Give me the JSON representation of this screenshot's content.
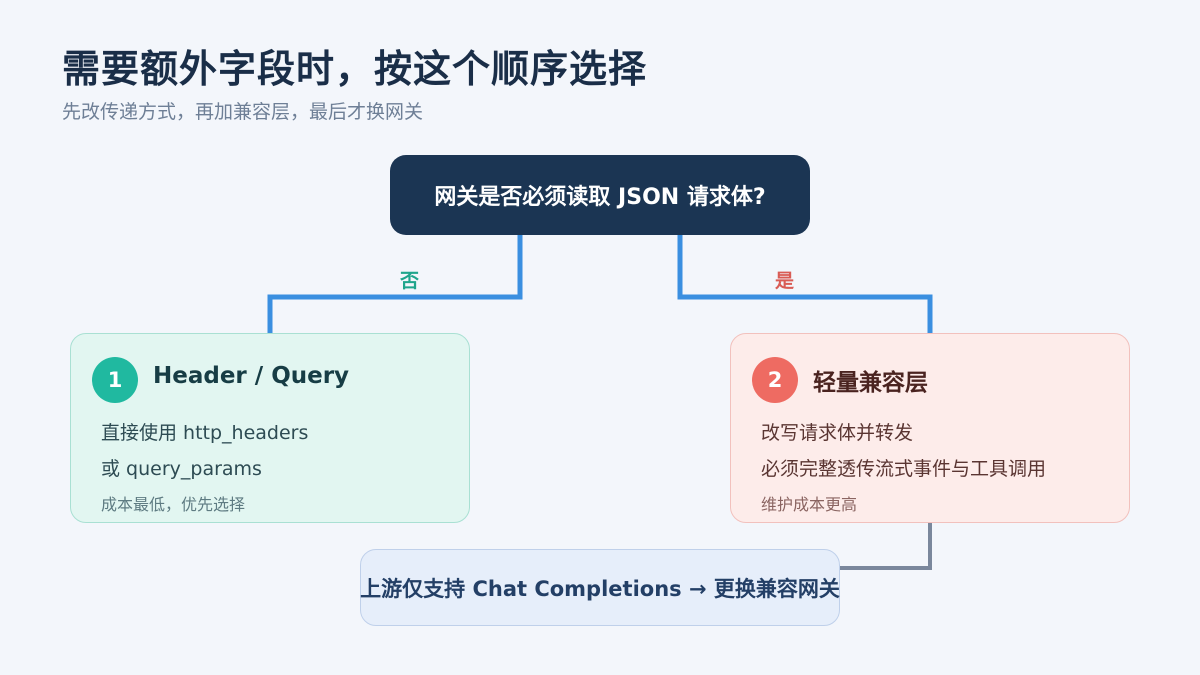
{
  "header": {
    "title": "需要额外字段时，按这个顺序选择",
    "subtitle": "先改传递方式，再加兼容层，最后才换网关"
  },
  "decision": {
    "question": "网关是否必须读取 JSON 请求体?"
  },
  "branches": {
    "no_label": "否",
    "yes_label": "是"
  },
  "options": [
    {
      "number": "1",
      "title": "Header / Query",
      "line1": "直接使用 http_headers",
      "line2": "或 query_params",
      "note": "成本最低，优先选择"
    },
    {
      "number": "2",
      "title": "轻量兼容层",
      "line1": "改写请求体并转发",
      "line2": "必须完整透传流式事件与工具调用",
      "note": "维护成本更高"
    }
  ],
  "fallback": {
    "text": "上游仅支持 Chat Completions → 更换兼容网关"
  },
  "colors": {
    "background": "#f3f6fb",
    "question_fill": "#1b3553",
    "connector_blue": "#3a8fe0",
    "connector_gray": "#7a879c",
    "no_color": "#1fa58c",
    "yes_color": "#d95c55"
  }
}
